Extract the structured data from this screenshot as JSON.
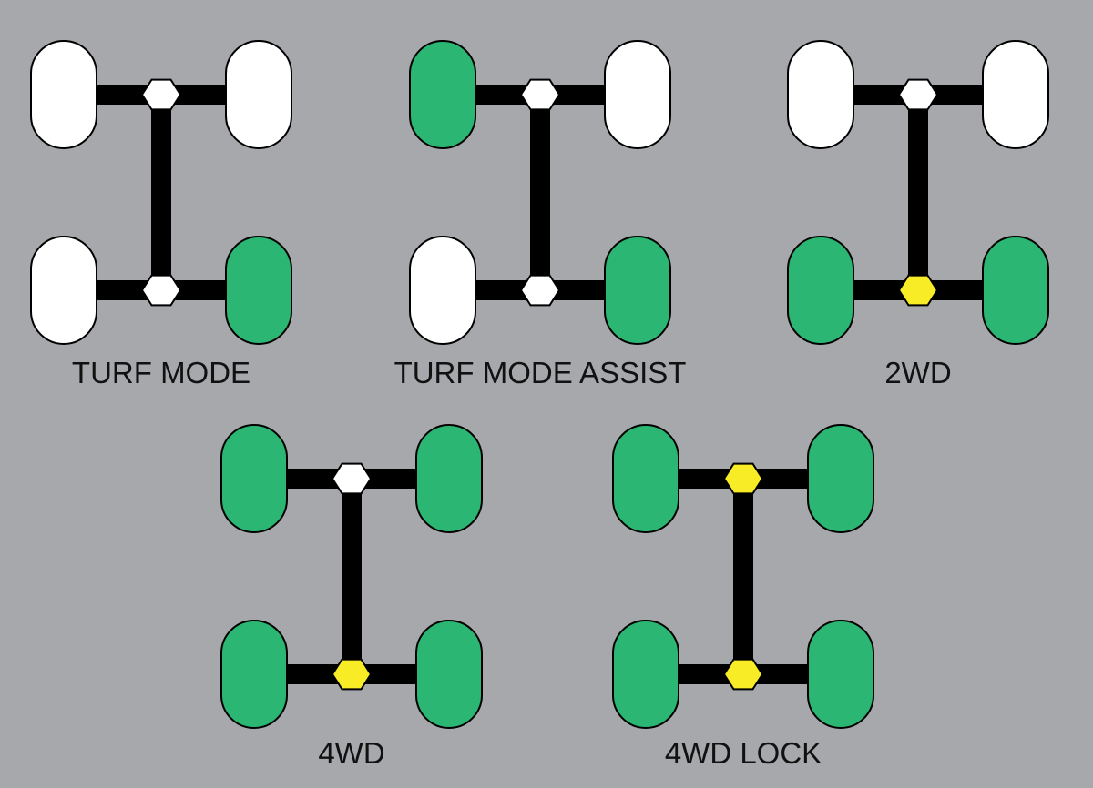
{
  "colors": {
    "background": "#a7a8ac",
    "wheel_driven": "#2bb673",
    "wheel_free": "#ffffff",
    "differential_locked": "#f8ec27",
    "differential_open": "#ffffff",
    "axle": "#000000",
    "label": "#111111"
  },
  "modes": [
    {
      "label": "TURF MODE",
      "wheels": {
        "front_left": "free",
        "front_right": "free",
        "rear_left": "free",
        "rear_right": "driven"
      },
      "differentials": {
        "front": "open",
        "rear": "open"
      }
    },
    {
      "label": "TURF MODE ASSIST",
      "wheels": {
        "front_left": "driven",
        "front_right": "free",
        "rear_left": "free",
        "rear_right": "driven"
      },
      "differentials": {
        "front": "open",
        "rear": "open"
      }
    },
    {
      "label": "2WD",
      "wheels": {
        "front_left": "free",
        "front_right": "free",
        "rear_left": "driven",
        "rear_right": "driven"
      },
      "differentials": {
        "front": "open",
        "rear": "locked"
      }
    },
    {
      "label": "4WD",
      "wheels": {
        "front_left": "driven",
        "front_right": "driven",
        "rear_left": "driven",
        "rear_right": "driven"
      },
      "differentials": {
        "front": "open",
        "rear": "locked"
      }
    },
    {
      "label": "4WD LOCK",
      "wheels": {
        "front_left": "driven",
        "front_right": "driven",
        "rear_left": "driven",
        "rear_right": "driven"
      },
      "differentials": {
        "front": "locked",
        "rear": "locked"
      }
    }
  ]
}
